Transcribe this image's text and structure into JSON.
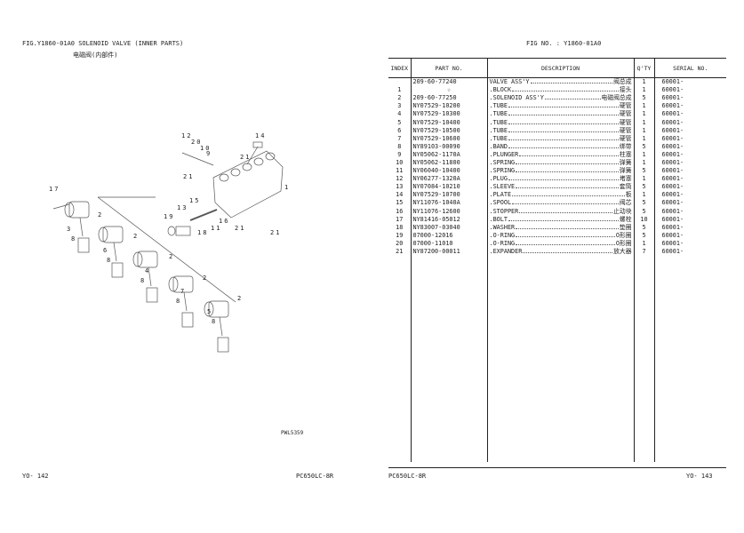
{
  "left_page": {
    "title": "FIG.Y1860-01A0 SOLENOID VALVE (INNER PARTS)",
    "subtitle": "电磁阀(内部件)",
    "drawing_code": "PWL5359",
    "page_no": "YO- 142",
    "model": "PC650LC-8R"
  },
  "diagram": {
    "callouts": [
      "12",
      "20",
      "10",
      "9",
      "14",
      "21",
      "21",
      "1",
      "17",
      "2",
      "3",
      "8",
      "19",
      "13",
      "15",
      "18",
      "11",
      "16",
      "21",
      "21",
      "2",
      "6",
      "8",
      "2",
      "4",
      "8",
      "2",
      "7",
      "8",
      "2",
      "5",
      "8"
    ]
  },
  "right_page": {
    "fig_no": "FIG NO. : Y1860-01A0",
    "model": "PC650LC-8R",
    "page_no": "YO- 143"
  },
  "table": {
    "headers": {
      "index": "INDEX",
      "part_no": "PART  NO.",
      "description": "DESCRIPTION",
      "qty": "Q'TY",
      "serial": "SERIAL NO."
    },
    "rows": [
      {
        "index": "",
        "part_no": "209-60-77240",
        "desc": "VALVE ASS'Y",
        "cn": "阀总成",
        "qty": "1",
        "serial": "60001-"
      },
      {
        "index": "1",
        "part_no": "☆",
        "desc": ".BLOCK",
        "cn": "接头",
        "qty": "1",
        "serial": "60001-"
      },
      {
        "index": "2",
        "part_no": "209-60-77250",
        "desc": ".SOLENOID ASS'Y",
        "cn": "电磁阀总成",
        "qty": "5",
        "serial": "60001-"
      },
      {
        "index": "3",
        "part_no": "NY07529-10200",
        "desc": ".TUBE",
        "cn": "硬管",
        "qty": "1",
        "serial": "60001-"
      },
      {
        "index": "4",
        "part_no": "NY07529-10300",
        "desc": ".TUBE",
        "cn": "硬管",
        "qty": "1",
        "serial": "60001-"
      },
      {
        "index": "5",
        "part_no": "NY07529-10400",
        "desc": ".TUBE",
        "cn": "硬管",
        "qty": "1",
        "serial": "60001-"
      },
      {
        "index": "6",
        "part_no": "NY07529-10500",
        "desc": ".TUBE",
        "cn": "硬管",
        "qty": "1",
        "serial": "60001-"
      },
      {
        "index": "7",
        "part_no": "NY07529-10600",
        "desc": ".TUBE",
        "cn": "硬管",
        "qty": "1",
        "serial": "60001-"
      },
      {
        "index": "8",
        "part_no": "NY89103-00090",
        "desc": ".BAND",
        "cn": "绑带",
        "qty": "5",
        "serial": "60001-"
      },
      {
        "index": "9",
        "part_no": "NY05062-1170A",
        "desc": ".PLUNGER",
        "cn": "柱塞",
        "qty": "1",
        "serial": "60001-"
      },
      {
        "index": "10",
        "part_no": "NY05062-11800",
        "desc": ".SPRING",
        "cn": "弹簧",
        "qty": "1",
        "serial": "60001-"
      },
      {
        "index": "11",
        "part_no": "NY06040-10400",
        "desc": ".SPRING",
        "cn": "弹簧",
        "qty": "5",
        "serial": "60001-"
      },
      {
        "index": "12",
        "part_no": "NY06277-1320A",
        "desc": ".PLUG",
        "cn": "堵塞",
        "qty": "1",
        "serial": "60001-"
      },
      {
        "index": "13",
        "part_no": "NY07084-10210",
        "desc": ".SLEEVE",
        "cn": "套筒",
        "qty": "5",
        "serial": "60001-"
      },
      {
        "index": "14",
        "part_no": "NY07529-10700",
        "desc": ".PLATE",
        "cn": "板",
        "qty": "1",
        "serial": "60001-"
      },
      {
        "index": "15",
        "part_no": "NY11076-1040A",
        "desc": ".SPOOL",
        "cn": "阀芯",
        "qty": "5",
        "serial": "60001-"
      },
      {
        "index": "16",
        "part_no": "NY11076-12600",
        "desc": ".STOPPER",
        "cn": "止动块",
        "qty": "5",
        "serial": "60001-"
      },
      {
        "index": "17",
        "part_no": "NY81416-05012",
        "desc": ".BOLT",
        "cn": "螺栓",
        "qty": "10",
        "serial": "60001-"
      },
      {
        "index": "18",
        "part_no": "NY83007-03040",
        "desc": ".WASHER",
        "cn": "垫圈",
        "qty": "5",
        "serial": "60001-"
      },
      {
        "index": "19",
        "part_no": "07000-12016",
        "desc": ".O-RING",
        "cn": "O形圈",
        "qty": "5",
        "serial": "60001-"
      },
      {
        "index": "20",
        "part_no": "07000-11010",
        "desc": ".O-RING",
        "cn": "O形圈",
        "qty": "1",
        "serial": "60001-"
      },
      {
        "index": "21",
        "part_no": "NY87200-00011",
        "desc": ".EXPANDER",
        "cn": "放大器",
        "qty": "7",
        "serial": "60001-"
      }
    ]
  }
}
